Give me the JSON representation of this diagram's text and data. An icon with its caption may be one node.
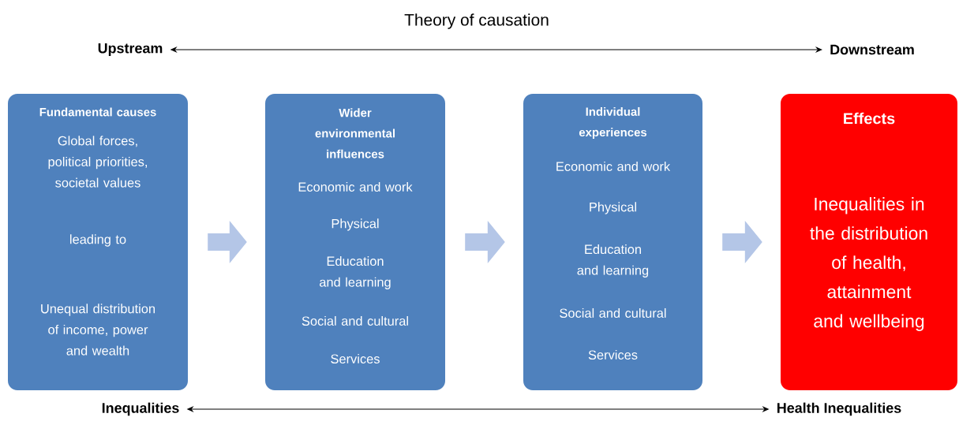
{
  "diagram": {
    "title": "Theory of causation",
    "nodes": [
      {
        "text": [
          "Upstream"
        ]
      },
      {
        "text": [
          "Downstream"
        ]
      },
      {
        "text": [
          "Fundamental causes",
          "Global forces, political priorities, societal values",
          "leading to",
          "Unequal distribution of income, power and wealth"
        ]
      },
      {
        "text": [
          "Wider environmental influences",
          "Economic and work",
          "Physical",
          "Education and learning",
          "Social and cultural",
          "Services"
        ]
      },
      {
        "text": [
          "Individual experiences",
          "Economic and work",
          "Physical",
          "Education and learning",
          "Social and cultural",
          "Services"
        ]
      },
      {
        "text": [
          "Effects",
          "Inequalities in the distribution of health, attainment and wellbeing"
        ]
      },
      {
        "text": [
          "Inequalities"
        ]
      },
      {
        "text": [
          "Health Inequalities"
        ]
      }
    ],
    "edges": [
      {
        "from": 0,
        "to": 1,
        "arrow": "both",
        "color": "#000000"
      },
      {
        "from": 2,
        "to": 3,
        "arrow": "to",
        "style": "thick",
        "color": "#b4c6e7"
      },
      {
        "from": 3,
        "to": 4,
        "arrow": "to",
        "style": "thick",
        "color": "#b4c6e7"
      },
      {
        "from": 4,
        "to": 5,
        "arrow": "to",
        "style": "thick",
        "color": "#b4c6e7"
      },
      {
        "from": 6,
        "to": 7,
        "arrow": "both",
        "color": "#000000"
      }
    ]
  }
}
